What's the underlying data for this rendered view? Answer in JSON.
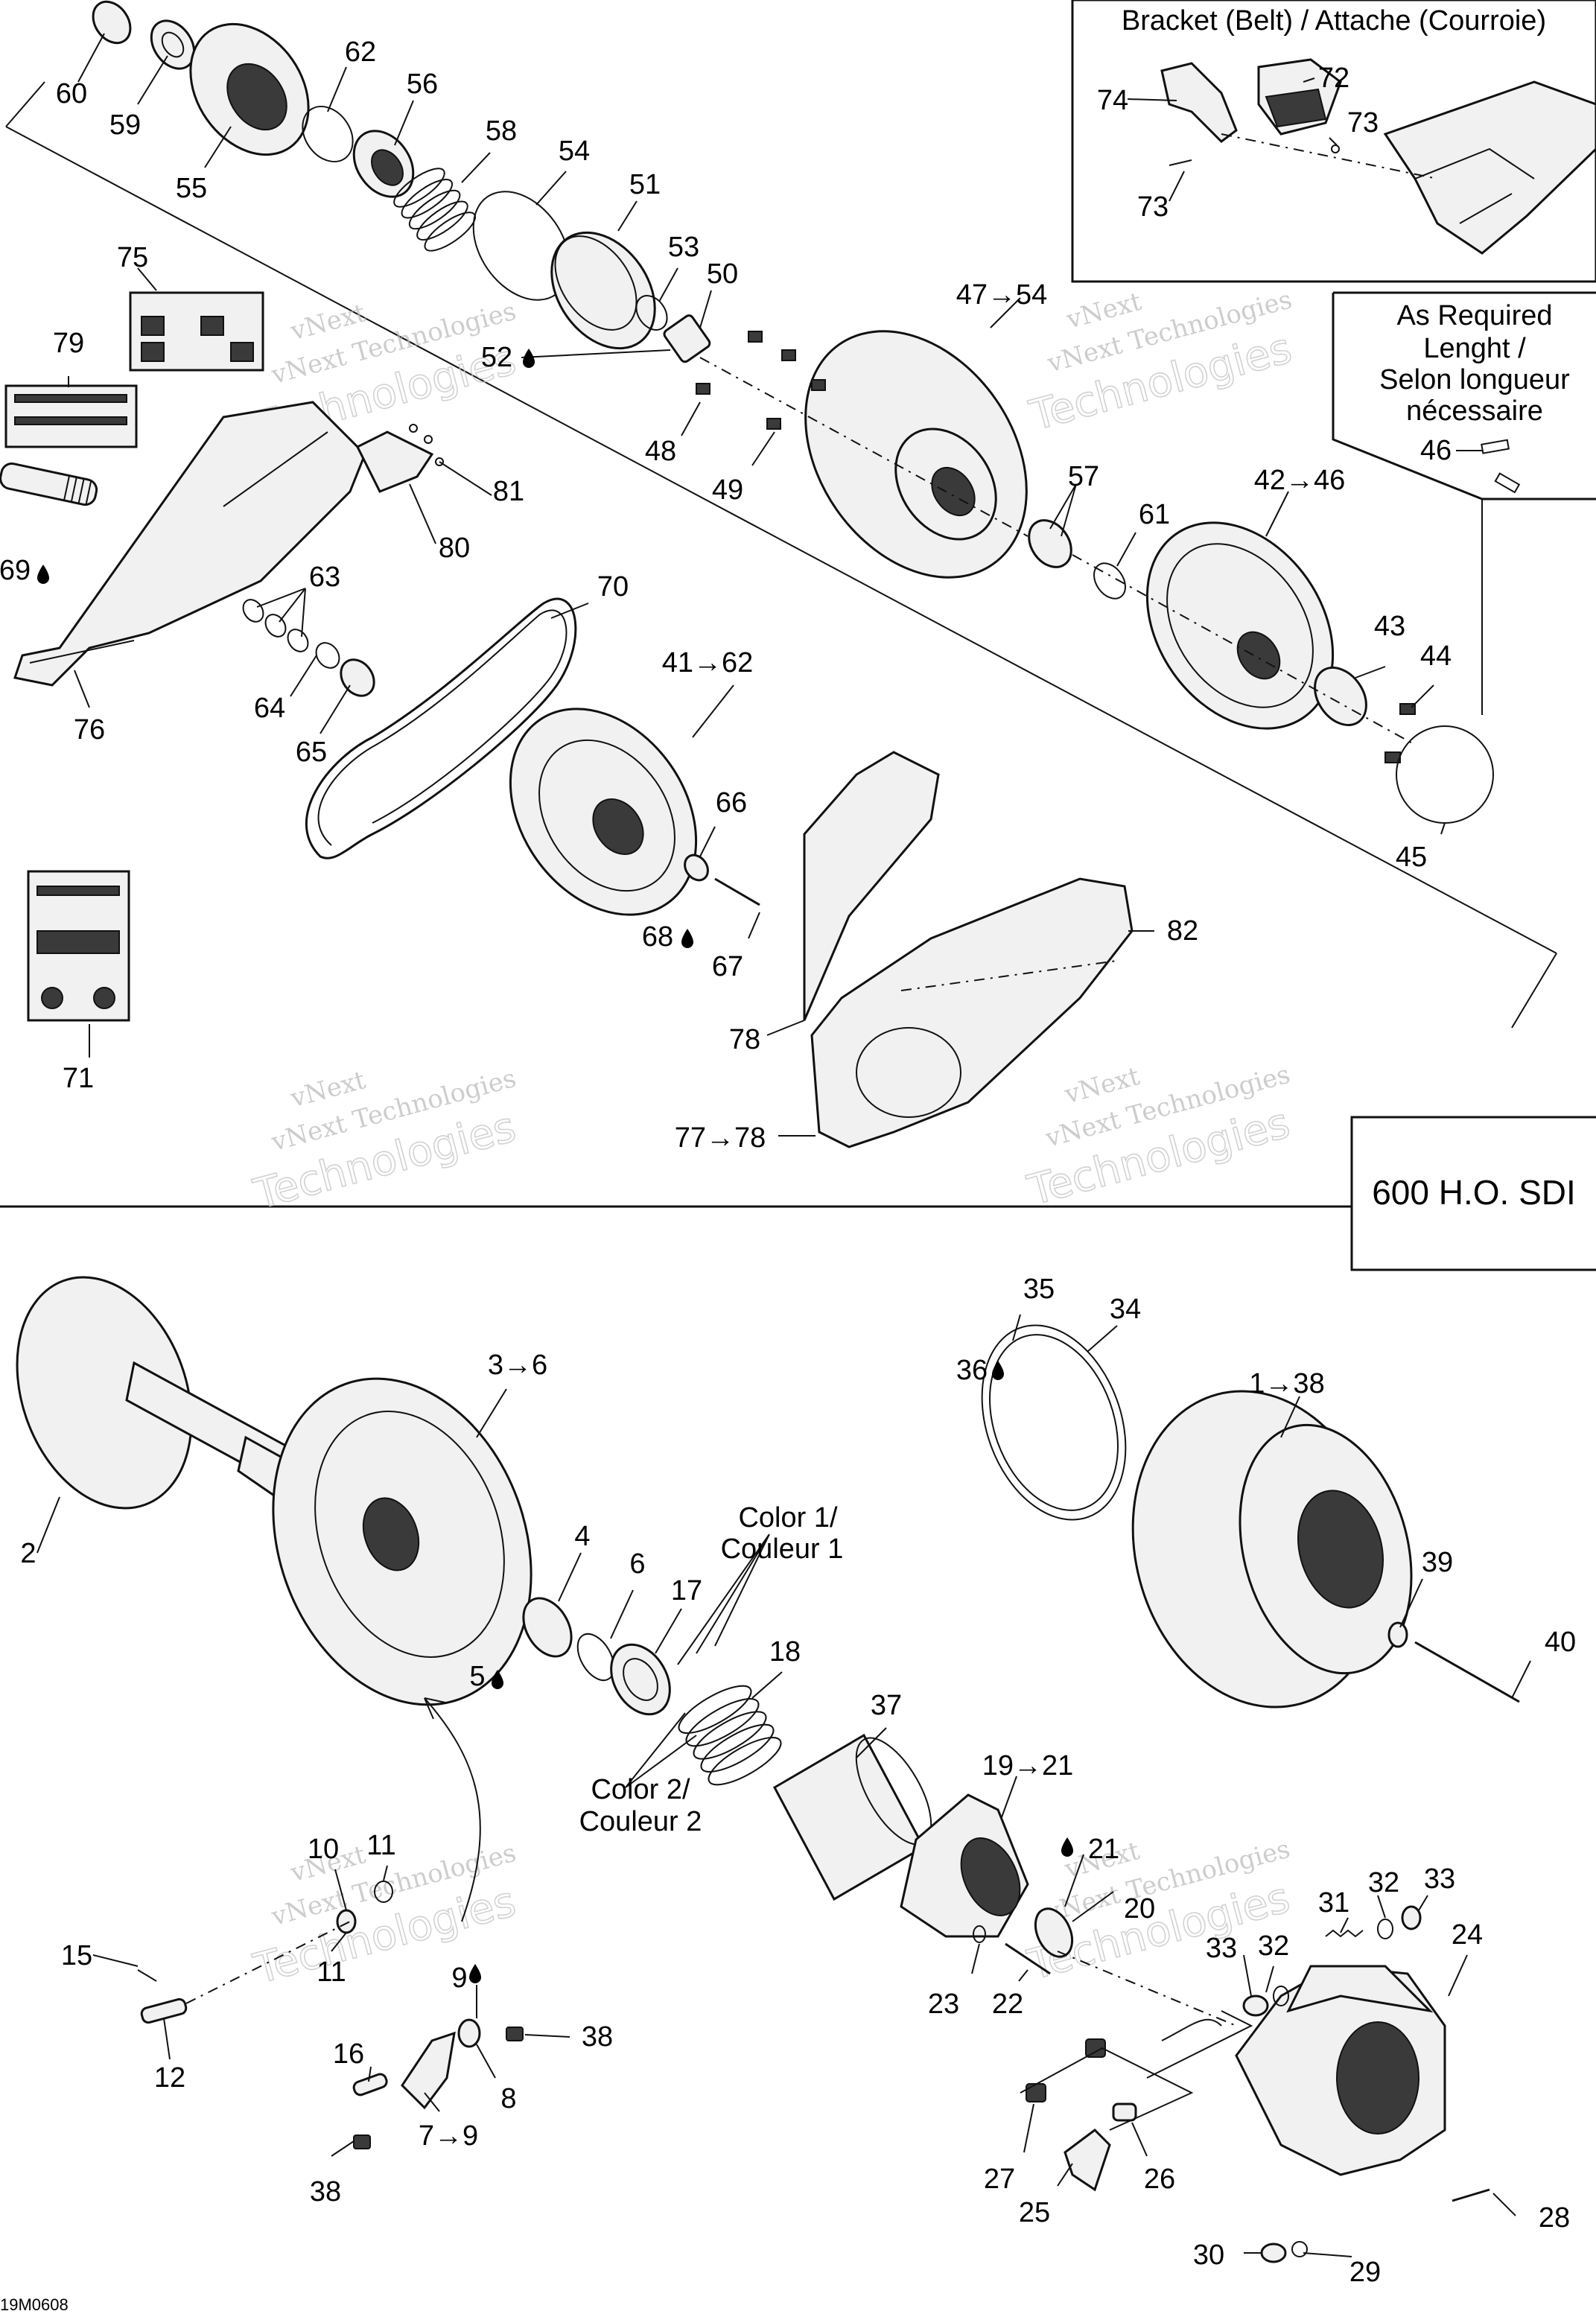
{
  "bracket_box": {
    "title": "Bracket (Belt) / Attache (Courroie)"
  },
  "as_required": {
    "line1": "As Required",
    "line2": "Lenght /",
    "line3": "Selon longueur",
    "line4": "nécessaire"
  },
  "model_label": "600 H.O. SDI",
  "figure_code": "19M0608",
  "color_labels": {
    "c1a": "Color 1/",
    "c1b": "Couleur 1",
    "c2a": "Color 2/",
    "c2b": "Couleur 2"
  },
  "watermark": {
    "line1": "vNext",
    "line2": "vNext Technologies",
    "line3": "Technologies"
  },
  "callouts": [
    {
      "id": "l60",
      "text": "60"
    },
    {
      "id": "l59",
      "text": "59"
    },
    {
      "id": "l55",
      "text": "55"
    },
    {
      "id": "l62",
      "text": "62"
    },
    {
      "id": "l56",
      "text": "56"
    },
    {
      "id": "l58",
      "text": "58"
    },
    {
      "id": "l54",
      "text": "54"
    },
    {
      "id": "l51",
      "text": "51"
    },
    {
      "id": "l53",
      "text": "53"
    },
    {
      "id": "l50",
      "text": "50"
    },
    {
      "id": "l52",
      "text": "52"
    },
    {
      "id": "l75",
      "text": "75"
    },
    {
      "id": "l79",
      "text": "79"
    },
    {
      "id": "l48",
      "text": "48"
    },
    {
      "id": "l49",
      "text": "49"
    },
    {
      "id": "l4754",
      "text": "47→54"
    },
    {
      "id": "l74",
      "text": "74"
    },
    {
      "id": "l72",
      "text": "72"
    },
    {
      "id": "l73a",
      "text": "73"
    },
    {
      "id": "l73b",
      "text": "73"
    },
    {
      "id": "l46",
      "text": "46"
    },
    {
      "id": "l4246",
      "text": "42→46"
    },
    {
      "id": "l57",
      "text": "57"
    },
    {
      "id": "l61",
      "text": "61"
    },
    {
      "id": "l81",
      "text": "81"
    },
    {
      "id": "l80",
      "text": "80"
    },
    {
      "id": "l69",
      "text": "69"
    },
    {
      "id": "l63",
      "text": "63"
    },
    {
      "id": "l70",
      "text": "70"
    },
    {
      "id": "l64",
      "text": "64"
    },
    {
      "id": "l65",
      "text": "65"
    },
    {
      "id": "l76",
      "text": "76"
    },
    {
      "id": "l4162",
      "text": "41→62"
    },
    {
      "id": "l43",
      "text": "43"
    },
    {
      "id": "l44",
      "text": "44"
    },
    {
      "id": "l45",
      "text": "45"
    },
    {
      "id": "l66",
      "text": "66"
    },
    {
      "id": "l68",
      "text": "68"
    },
    {
      "id": "l67",
      "text": "67"
    },
    {
      "id": "l82",
      "text": "82"
    },
    {
      "id": "l78",
      "text": "78"
    },
    {
      "id": "l7778",
      "text": "77→78"
    },
    {
      "id": "l71",
      "text": "71"
    },
    {
      "id": "l35",
      "text": "35"
    },
    {
      "id": "l34",
      "text": "34"
    },
    {
      "id": "l36",
      "text": "36"
    },
    {
      "id": "l138",
      "text": "1→38"
    },
    {
      "id": "l36b",
      "text": "3→6"
    },
    {
      "id": "l2",
      "text": "2"
    },
    {
      "id": "l4",
      "text": "4"
    },
    {
      "id": "l6",
      "text": "6"
    },
    {
      "id": "l17",
      "text": "17"
    },
    {
      "id": "l5",
      "text": "5"
    },
    {
      "id": "l18",
      "text": "18"
    },
    {
      "id": "l39",
      "text": "39"
    },
    {
      "id": "l40",
      "text": "40"
    },
    {
      "id": "l37",
      "text": "37"
    },
    {
      "id": "l1921",
      "text": "19→21"
    },
    {
      "id": "l21",
      "text": "21"
    },
    {
      "id": "l20",
      "text": "20"
    },
    {
      "id": "l10",
      "text": "10"
    },
    {
      "id": "l11a",
      "text": "11"
    },
    {
      "id": "l11b",
      "text": "11"
    },
    {
      "id": "l15",
      "text": "15"
    },
    {
      "id": "l12",
      "text": "12"
    },
    {
      "id": "l9",
      "text": "9"
    },
    {
      "id": "l38a",
      "text": "38"
    },
    {
      "id": "l16",
      "text": "16"
    },
    {
      "id": "l8",
      "text": "8"
    },
    {
      "id": "l79b",
      "text": "7→9"
    },
    {
      "id": "l38b",
      "text": "38"
    },
    {
      "id": "l23",
      "text": "23"
    },
    {
      "id": "l22",
      "text": "22"
    },
    {
      "id": "l32a",
      "text": "32"
    },
    {
      "id": "l33a",
      "text": "33"
    },
    {
      "id": "l31",
      "text": "31"
    },
    {
      "id": "l24",
      "text": "24"
    },
    {
      "id": "l32b",
      "text": "32"
    },
    {
      "id": "l33b",
      "text": "33"
    },
    {
      "id": "l27",
      "text": "27"
    },
    {
      "id": "l26",
      "text": "26"
    },
    {
      "id": "l25",
      "text": "25"
    },
    {
      "id": "l28",
      "text": "28"
    },
    {
      "id": "l30",
      "text": "30"
    },
    {
      "id": "l29",
      "text": "29"
    }
  ]
}
